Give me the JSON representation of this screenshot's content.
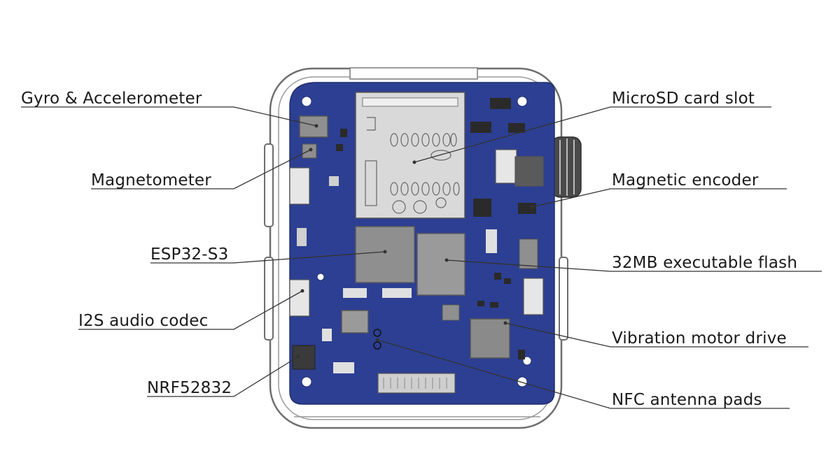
{
  "colors": {
    "pcb": "#2c3f92",
    "pcb_dark": "#23357f",
    "case_stroke": "#6e6e6e",
    "chip": "#8f8f8f",
    "chip_dark": "#5d5d5d",
    "pad": "#d9d9d9",
    "leader": "#333333"
  },
  "labels": {
    "gyro_accel": "Gyro & Accelerometer",
    "magnetometer": "Magnetometer",
    "esp32": "ESP32-S3",
    "audio_codec": "I2S audio codec",
    "nrf": "NRF52832",
    "microsd": "MicroSD card slot",
    "encoder": "Magnetic encoder",
    "flash": "32MB executable flash",
    "vibration": "Vibration motor drive",
    "nfc": "NFC antenna pads"
  }
}
